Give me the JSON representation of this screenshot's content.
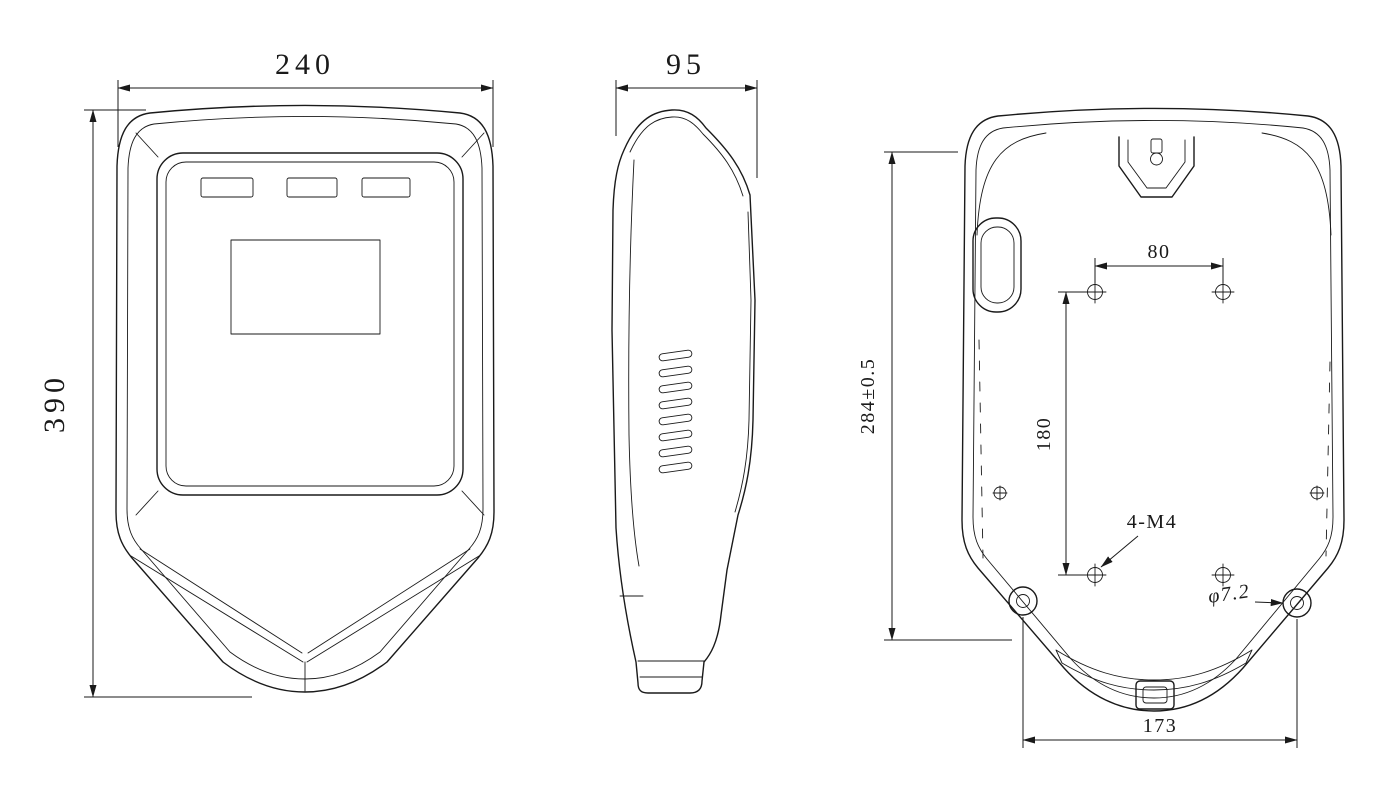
{
  "colors": {
    "ink": "#1a1a1a",
    "paper": "#ffffff"
  },
  "dimensions": {
    "front": {
      "width": "240",
      "height": "390"
    },
    "side": {
      "depth": "95"
    },
    "back": {
      "top_hole_spacing": "80",
      "vertical_hole_spacing": "180",
      "mount_height": "284±0.5",
      "thread_callout": "4-M4",
      "hole_diameter": "φ7.2",
      "bottom_hole_spacing": "173"
    }
  }
}
